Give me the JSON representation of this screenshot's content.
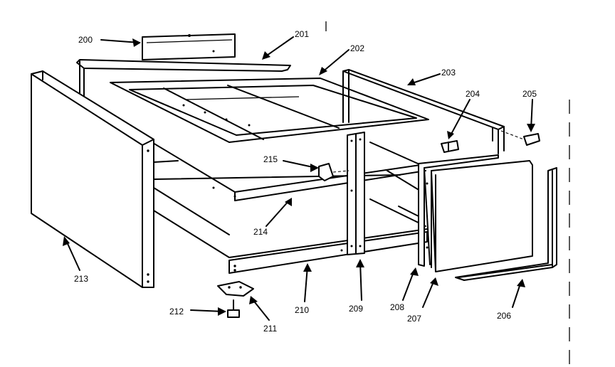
{
  "callouts": [
    {
      "key": "c200",
      "label": "200"
    },
    {
      "key": "c201",
      "label": "201"
    },
    {
      "key": "c202",
      "label": "202"
    },
    {
      "key": "c203",
      "label": "203"
    },
    {
      "key": "c204",
      "label": "204"
    },
    {
      "key": "c205",
      "label": "205"
    },
    {
      "key": "c206",
      "label": "206"
    },
    {
      "key": "c207",
      "label": "207"
    },
    {
      "key": "c208",
      "label": "208"
    },
    {
      "key": "c209",
      "label": "209"
    },
    {
      "key": "c210",
      "label": "210"
    },
    {
      "key": "c211",
      "label": "211"
    },
    {
      "key": "c212",
      "label": "212"
    },
    {
      "key": "c213",
      "label": "213"
    },
    {
      "key": "c214",
      "label": "214"
    },
    {
      "key": "c215",
      "label": "215"
    }
  ]
}
